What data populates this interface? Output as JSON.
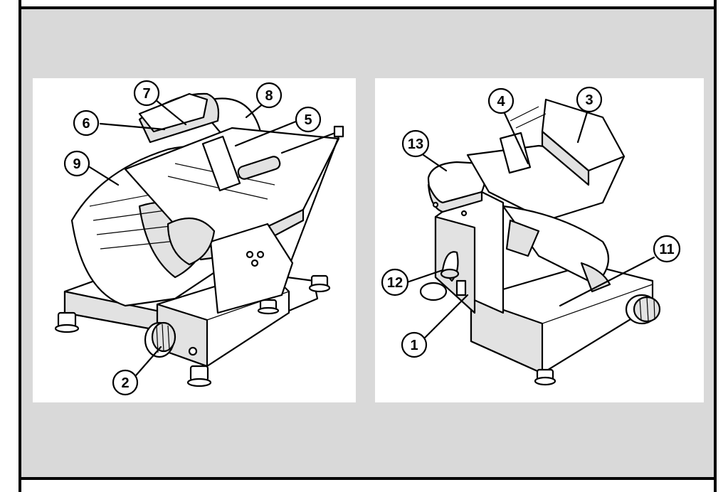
{
  "figure": {
    "left_view": {
      "callouts": [
        "7",
        "8",
        "6",
        "5",
        "9",
        "2"
      ]
    },
    "right_view": {
      "callouts": [
        "4",
        "3",
        "13",
        "11",
        "12",
        "1"
      ]
    }
  }
}
